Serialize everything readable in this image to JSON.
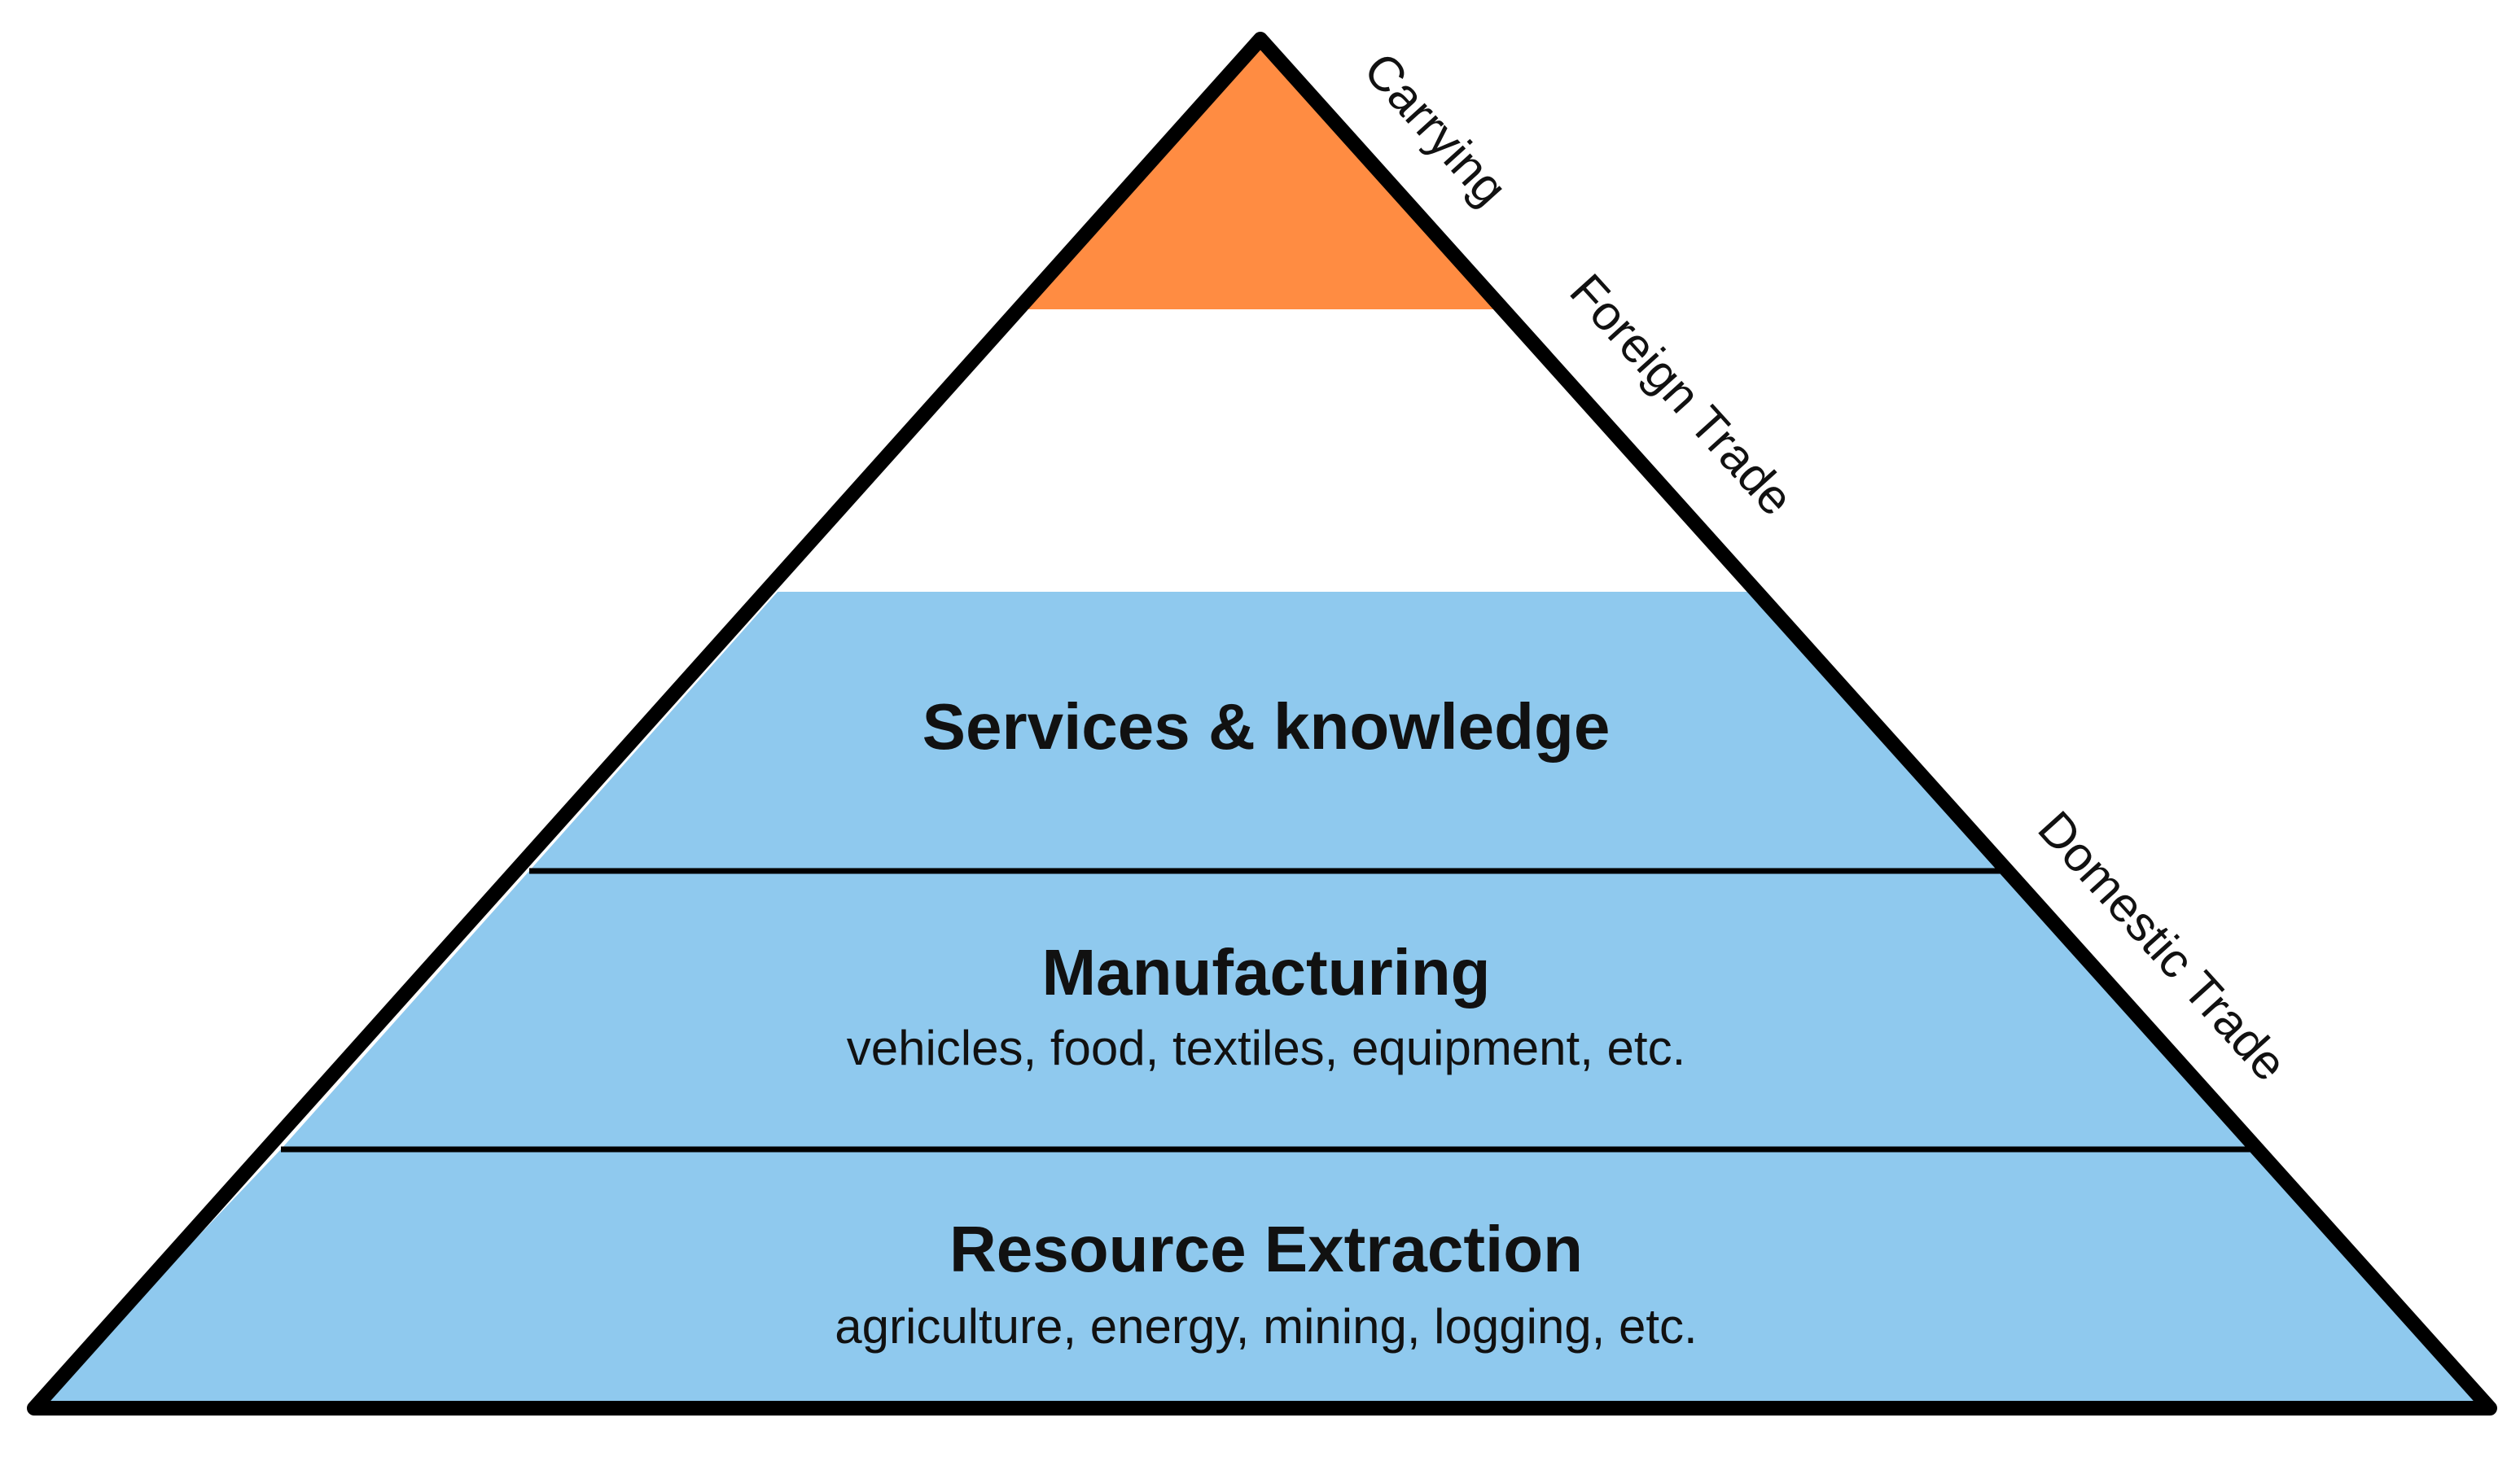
{
  "colors": {
    "top_tier": "#FF8C42",
    "middle_tier": "#FFFFFF",
    "lower_tiers": "#8FC9EE",
    "outline": "#000000"
  },
  "layers": [
    {
      "title": "Services & knowledge",
      "subtitle": ""
    },
    {
      "title": "Manufacturing",
      "subtitle": "vehicles, food, textiles, equipment, etc."
    },
    {
      "title": "Resource Extraction",
      "subtitle": "agriculture, energy, mining, logging, etc."
    }
  ],
  "side_labels": {
    "carrying": "Carrying",
    "foreign_trade": "Foreign Trade",
    "domestic_trade": "Domestic Trade"
  }
}
